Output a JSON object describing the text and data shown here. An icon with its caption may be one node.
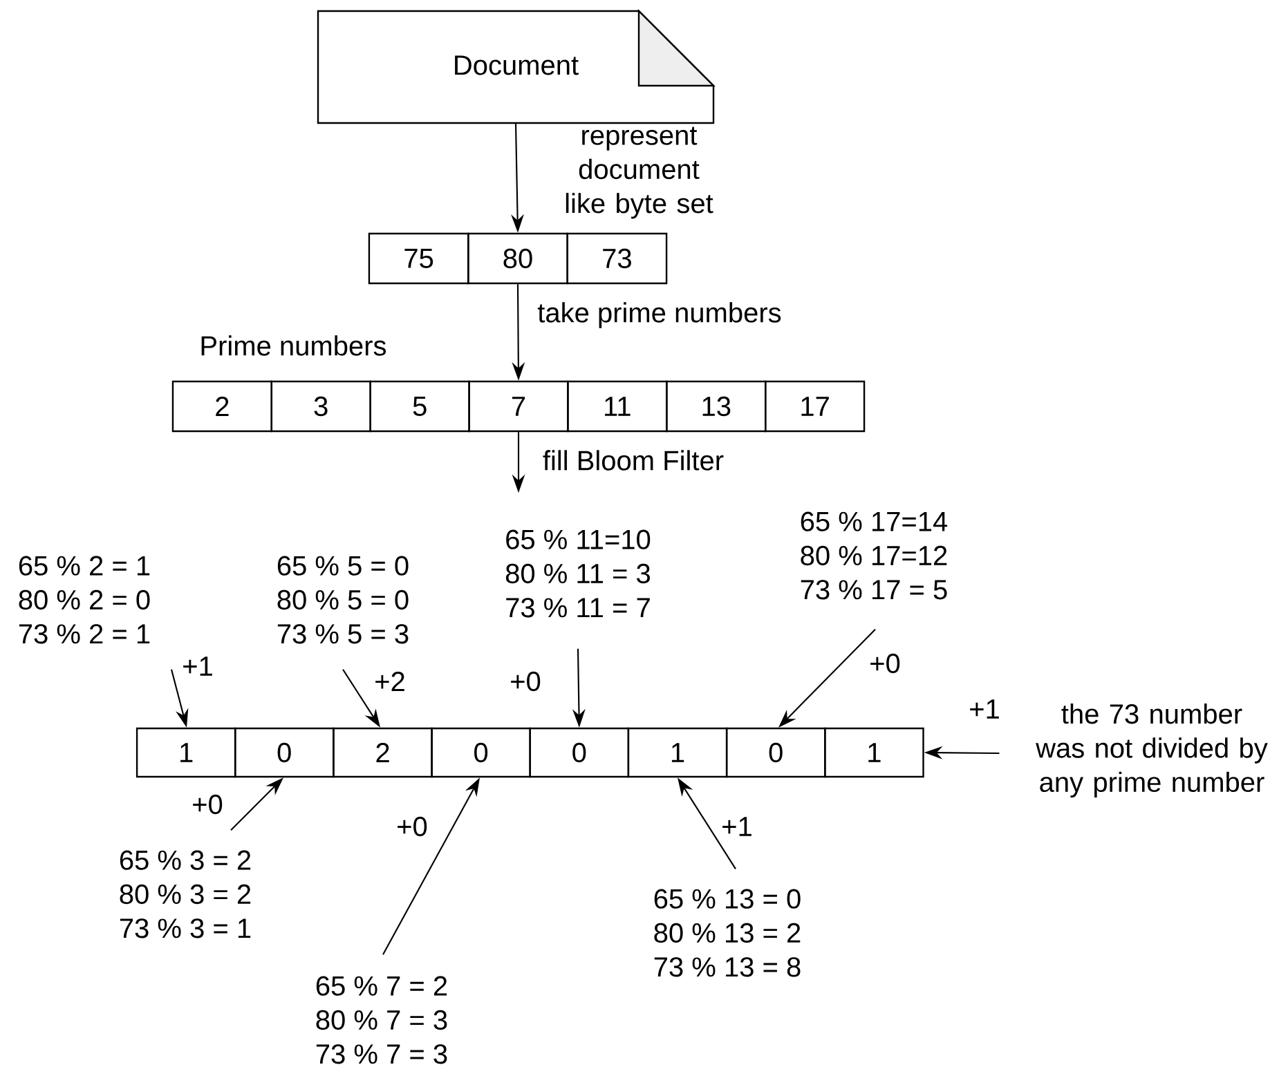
{
  "diagram": {
    "nodes": [
      {
        "text": [
          "Document"
        ]
      },
      {
        "text": [
          "75"
        ]
      },
      {
        "text": [
          "80"
        ]
      },
      {
        "text": [
          "73"
        ]
      },
      {
        "text": [
          "2"
        ]
      },
      {
        "text": [
          "3"
        ]
      },
      {
        "text": [
          "5"
        ]
      },
      {
        "text": [
          "7"
        ]
      },
      {
        "text": [
          "11"
        ]
      },
      {
        "text": [
          "13"
        ]
      },
      {
        "text": [
          "17"
        ]
      },
      {
        "text": [
          "65 % 2 = 1",
          "80 % 2 = 0",
          "73 % 2 = 1"
        ]
      },
      {
        "text": [
          "65 % 5 = 0",
          "80 % 5 = 0",
          "73 % 5 = 3"
        ]
      },
      {
        "text": [
          "65 % 11=10",
          "80 % 11 = 3",
          "73 % 11 = 7"
        ]
      },
      {
        "text": [
          "65 % 17=14",
          "80 % 17=12",
          "73 % 17 = 5"
        ]
      },
      {
        "text": [
          "1"
        ]
      },
      {
        "text": [
          "0"
        ]
      },
      {
        "text": [
          "2"
        ]
      },
      {
        "text": [
          "0"
        ]
      },
      {
        "text": [
          "0"
        ]
      },
      {
        "text": [
          "1"
        ]
      },
      {
        "text": [
          "0"
        ]
      },
      {
        "text": [
          "1"
        ]
      },
      {
        "text": [
          "the 73 number was not divided by any prime number"
        ]
      },
      {
        "text": [
          "65 % 3 = 2",
          "80 % 3 = 2",
          "73 % 3 = 1"
        ]
      },
      {
        "text": [
          "65 % 13 = 0",
          "80 % 13 = 2",
          "73 % 13 = 8"
        ]
      },
      {
        "text": [
          "65 % 7 = 2",
          "80 % 7 = 3",
          "73 % 7 = 3"
        ]
      }
    ],
    "edges": [
      {
        "from": 0,
        "to": 2,
        "arrow": "to",
        "label": "represent document like byte set"
      },
      {
        "from": 2,
        "to": 7,
        "arrow": "to",
        "label": "take prime numbers"
      },
      {
        "from": 7,
        "to": null,
        "arrow": "to",
        "label": "fill Bloom Filter"
      },
      {
        "from": 11,
        "to": 15,
        "arrow": "to",
        "label": "+1"
      },
      {
        "from": 12,
        "to": 17,
        "arrow": "to",
        "label": "+2"
      },
      {
        "from": 13,
        "to": 19,
        "arrow": "to",
        "label": "+0"
      },
      {
        "from": 14,
        "to": 21,
        "arrow": "to",
        "label": "+0"
      },
      {
        "from": 24,
        "to": 16,
        "arrow": "to",
        "label": "+0"
      },
      {
        "from": 26,
        "to": 18,
        "arrow": "to",
        "label": "+0"
      },
      {
        "from": 25,
        "to": 20,
        "arrow": "to",
        "label": "+1"
      },
      {
        "from": 23,
        "to": 22,
        "arrow": "to",
        "label": "+1"
      }
    ],
    "labels": [
      "Prime numbers"
    ]
  }
}
